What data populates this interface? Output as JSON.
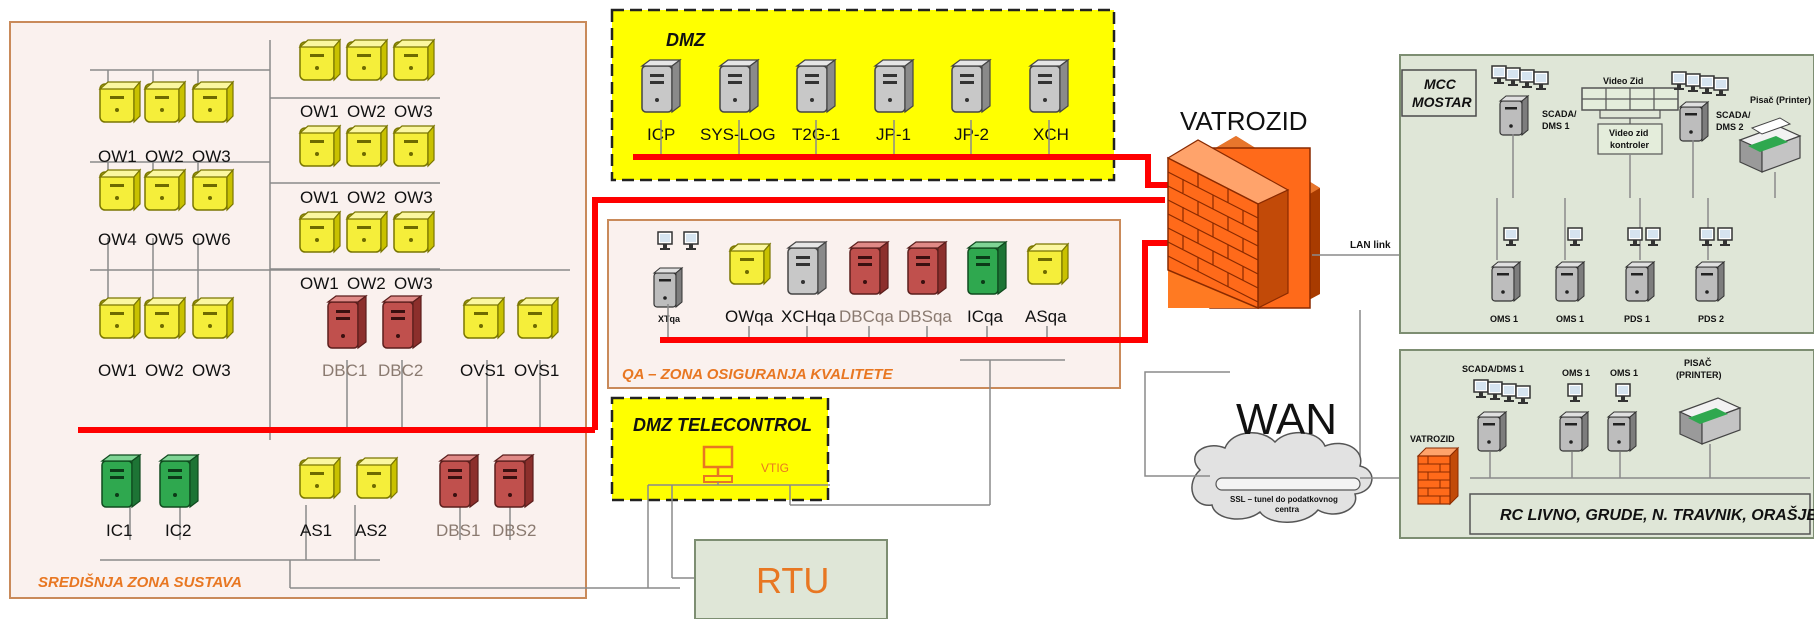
{
  "zones": {
    "central": "SREDIŠNJA ZONA SUSTAVA",
    "dmz": "DMZ",
    "qa": "QA – ZONA OSIGURANJA KVALITETE",
    "dmz_telecontrol": "DMZ TELECONTROL",
    "mcc": "MCC\nMOSTAR",
    "rc": "RC LIVNO, GRUDE, N. TRAVNIK, ORAŠJE"
  },
  "firewall": "VATROZID",
  "wan": "WAN",
  "lan_link": "LAN link",
  "ssl_tunnel": [
    "SSL – tunel do podatkovnog",
    "centra"
  ],
  "rtu": "RTU",
  "vtig": "VTIG",
  "rc_firewall": "VATROZID",
  "central_groups": {
    "ws_a": [
      "OW1",
      "OW2",
      "OW3"
    ],
    "ws_b": [
      "OW4",
      "OW5",
      "OW6"
    ],
    "ws_c": [
      "OW1",
      "OW2",
      "OW3"
    ],
    "ws_r1": [
      "OW1",
      "OW2",
      "OW3"
    ],
    "ws_r2": [
      "OW1",
      "OW2",
      "OW3"
    ],
    "ws_r3": [
      "OW1",
      "OW2",
      "OW3"
    ],
    "dbc": [
      "DBC1",
      "DBC2"
    ],
    "ovs": [
      "OVS1",
      "OVS1"
    ],
    "ic": [
      "IC1",
      "IC2"
    ],
    "as": [
      "AS1",
      "AS2"
    ],
    "dbs": [
      "DBS1",
      "DBS2"
    ]
  },
  "dmz_servers": [
    "ICP",
    "SYS-LOG",
    "T2G-1",
    "JP-1",
    "JP-2",
    "XCH"
  ],
  "qa_nodes": [
    "XTqa",
    "OWqa",
    "XCHqa",
    "DBCqa",
    "DBSqa",
    "ICqa",
    "ASqa"
  ],
  "mcc": {
    "scada1": [
      "SCADA/",
      "DMS 1"
    ],
    "video_wall": "Video Zid",
    "video_ctrl": [
      "Video zid",
      "kontroler"
    ],
    "scada2": [
      "SCADA/",
      "DMS 2"
    ],
    "printer": "Pisač (Printer)",
    "nodes": [
      "OMS 1",
      "OMS 1",
      "PDS 1",
      "PDS 2"
    ]
  },
  "rc": {
    "scada": "SCADA/DMS 1",
    "oms1": "OMS 1",
    "oms2": "OMS 1",
    "printer": [
      "PISAČ",
      "(PRINTER)"
    ]
  },
  "colors": {
    "zone_bg": "#faf1ee",
    "zone_border": "#c98a5a",
    "dmz_yellow": "#ffff00",
    "red_line": "#ff0000",
    "site_bg": "#dfe6d7",
    "site_border": "#7d8e72",
    "rtu_text": "#e87722"
  }
}
